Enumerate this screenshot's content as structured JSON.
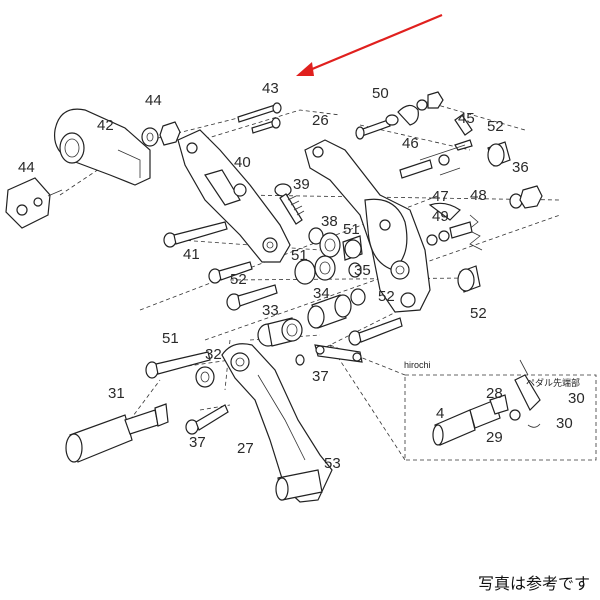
{
  "colors": {
    "arrow": "#e0201e",
    "ink": "#222222"
  },
  "callouts": [
    "43",
    "44",
    "42",
    "44",
    "26",
    "50",
    "40",
    "45",
    "52",
    "39",
    "46",
    "36",
    "38",
    "51",
    "47",
    "48",
    "41",
    "52",
    "35",
    "49",
    "34",
    "52",
    "51",
    "33",
    "52",
    "51",
    "32",
    "37",
    "31",
    "37",
    "27",
    "53",
    "28",
    "4",
    "29",
    "30",
    "30"
  ],
  "inset": {
    "watermark": "hirochi",
    "note": "ペダル先端部"
  },
  "caption": "写真は参考です"
}
